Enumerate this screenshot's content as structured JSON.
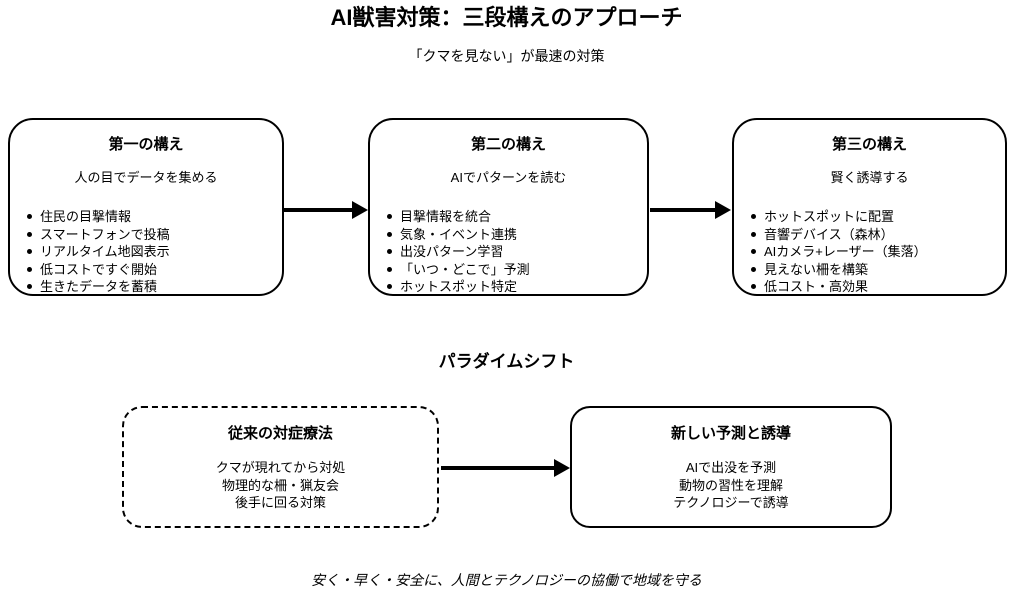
{
  "page": {
    "title": "AI獣害対策：三段構えのアプローチ",
    "subtitle": "「クマを見ない」が最速の対策",
    "footer": "安く・早く・安全に、人間とテクノロジーの協働で地域を守る"
  },
  "stages": [
    {
      "title": "第一の構え",
      "subtitle": "人の目でデータを集める",
      "bullets": [
        "住民の目撃情報",
        "スマートフォンで投稿",
        "リアルタイム地図表示",
        "低コストですぐ開始",
        "生きたデータを蓄積"
      ]
    },
    {
      "title": "第二の構え",
      "subtitle": "AIでパターンを読む",
      "bullets": [
        "目撃情報を統合",
        "気象・イベント連携",
        "出没パターン学習",
        "「いつ・どこで」予測",
        "ホットスポット特定"
      ]
    },
    {
      "title": "第三の構え",
      "subtitle": "賢く誘導する",
      "bullets": [
        "ホットスポットに配置",
        "音響デバイス（森林）",
        "AIカメラ+レーザー（集落）",
        "見えない柵を構築",
        "低コスト・高効果"
      ]
    }
  ],
  "paradigm": {
    "section_title": "パラダイムシフト",
    "before": {
      "title": "従来の対症療法",
      "lines": [
        "クマが現れてから対処",
        "物理的な柵・猟友会",
        "後手に回る対策"
      ]
    },
    "after": {
      "title": "新しい予測と誘導",
      "lines": [
        "AIで出没を予測",
        "動物の習性を理解",
        "テクノロジーで誘導"
      ]
    }
  },
  "colors": {
    "ink": "#000000",
    "background": "#ffffff"
  }
}
